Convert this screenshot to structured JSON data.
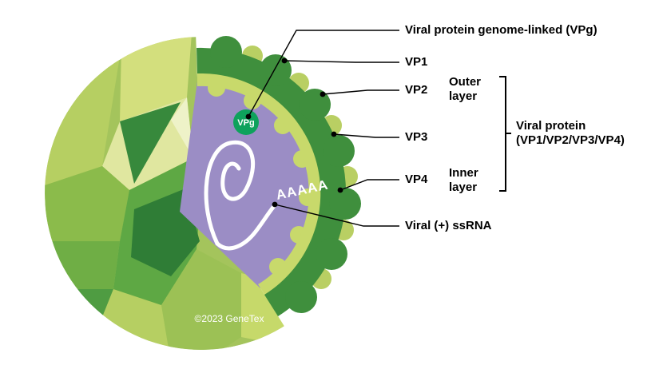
{
  "diagram": {
    "labels": {
      "vpg_full": "Viral protein genome-linked (VPg)",
      "vp1": "VP1",
      "vp2": "VP2",
      "vp3": "VP3",
      "vp4": "VP4",
      "outer_line1": "Outer",
      "outer_line2": "layer",
      "inner_line1": "Inner",
      "inner_line2": "layer",
      "viral_protein_line1": "Viral protein",
      "viral_protein_line2": "(VP1/VP2/VP3/VP4)",
      "ssrna": "Viral (+) ssRNA"
    },
    "core": {
      "vpg_badge": "VPg",
      "poly_a": "AAAAA"
    },
    "watermark": "©2023 GeneTex",
    "colors": {
      "capsid_dark": "#3f8f3d",
      "capsid_light": "#c8d96b",
      "core_purple": "#9b8dc5",
      "vpg_green": "#0ea25c"
    }
  }
}
